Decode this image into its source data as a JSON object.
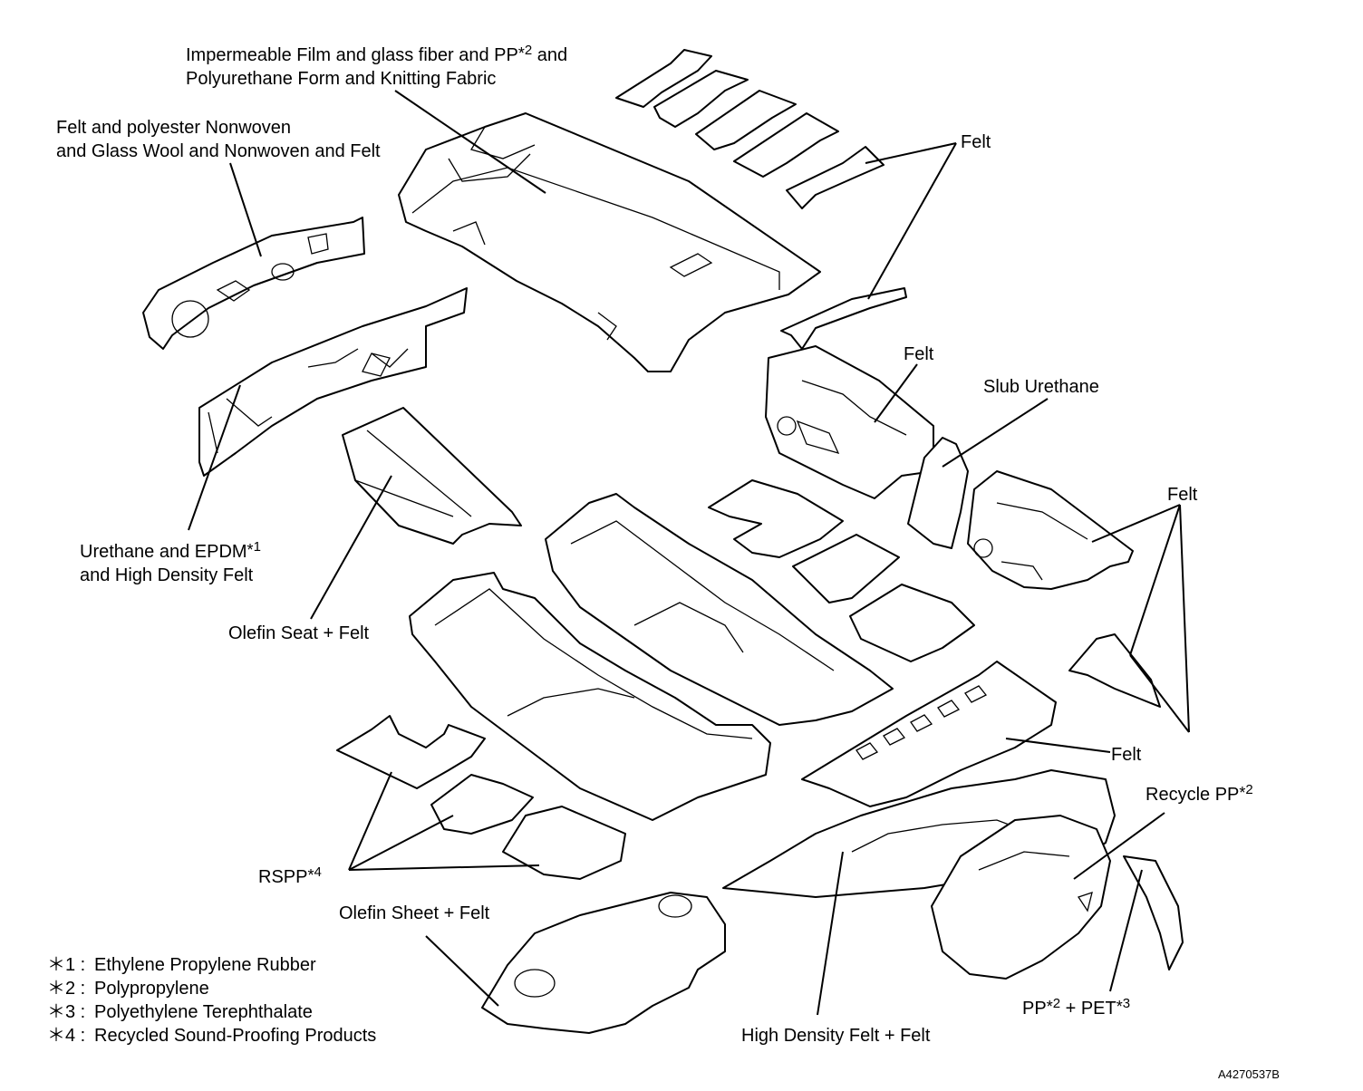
{
  "labels": {
    "headliner_line1_pre": "Impermeable Film and glass fiber and PP",
    "headliner_sup": "2",
    "headliner_line1_post": " and",
    "headliner_line2": "Polyurethane Form and Knitting Fabric",
    "dash_insulator_line1": "Felt and polyester Nonwoven",
    "dash_insulator_line2": "and Glass Wool and Nonwoven and Felt",
    "felt_top": "Felt",
    "felt_front_door": "Felt",
    "slub_urethane": "Slub Urethane",
    "felt_rear_door": "Felt",
    "urethane_line1_pre": "Urethane and EPDM",
    "urethane_sup": "1",
    "urethane_line2": "and High Density Felt",
    "olefin_seat": "Olefin Seat + Felt",
    "felt_package_tray": "Felt",
    "recycle_pp_pre": "Recycle PP",
    "recycle_pp_sup": "2",
    "rspp_pre": "RSPP",
    "rspp_sup": "4",
    "olefin_sheet": "Olefin Sheet + Felt",
    "pp_pet_pre": "PP",
    "pp_pet_sup1": "2",
    "pp_pet_mid": " + PET",
    "pp_pet_sup2": "3",
    "high_density": "High Density Felt + Felt",
    "asterisk": "*"
  },
  "legend": [
    {
      "key": "＊1 :",
      "text": "Ethylene Propylene Rubber"
    },
    {
      "key": "＊2 :",
      "text": "Polypropylene"
    },
    {
      "key": "＊3 :",
      "text": "Polyethylene Terephthalate"
    },
    {
      "key": "＊4 :",
      "text": "Recycled Sound-Proofing Products"
    }
  ],
  "figure_code": "A4270537B"
}
